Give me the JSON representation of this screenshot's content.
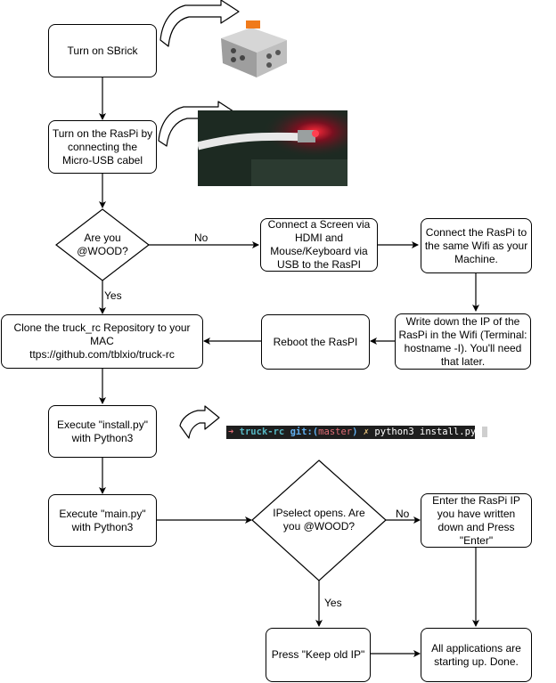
{
  "flowchart": {
    "nodes": {
      "turn_on_sbrick": "Turn on SBrick",
      "turn_on_raspi": "Turn on the RasPi by connecting the Micro-USB cabel",
      "decision_wood": "Are you @WOOD?",
      "connect_screen": "Connect a Screen via HDMI and Mouse/Keyboard via USB to the RasPI",
      "connect_wifi": "Connect the RasPi to the same Wifi as your Machine.",
      "write_ip": "Write down the IP of the RasPi in the Wifi (Terminal: hostname -I). You'll need that later.",
      "reboot": "Reboot the RasPI",
      "clone_line1": "Clone the truck_rc Repository to your MAC",
      "clone_line2": "ttps://github.com/tblxio/truck-rc",
      "execute_install": "Execute \"install.py\" with Python3",
      "execute_main": "Execute \"main.py\" with Python3",
      "decision_ipselect": "IPselect opens. Are you @WOOD?",
      "enter_ip": "Enter the RasPi IP you have written down and Press \"Enter\"",
      "keep_old_ip": "Press \"Keep old IP\"",
      "done": "All applications are starting up. Done."
    },
    "edge_labels": {
      "wood_no": "No",
      "wood_yes": "Yes",
      "ipselect_no": "No",
      "ipselect_yes": "Yes"
    },
    "terminal": {
      "arrow": "➜",
      "dir": "truck-rc",
      "git_prefix": "git:(",
      "branch": "master",
      "git_suffix": ")",
      "mark": "✗",
      "command": "python3 install.py"
    }
  }
}
